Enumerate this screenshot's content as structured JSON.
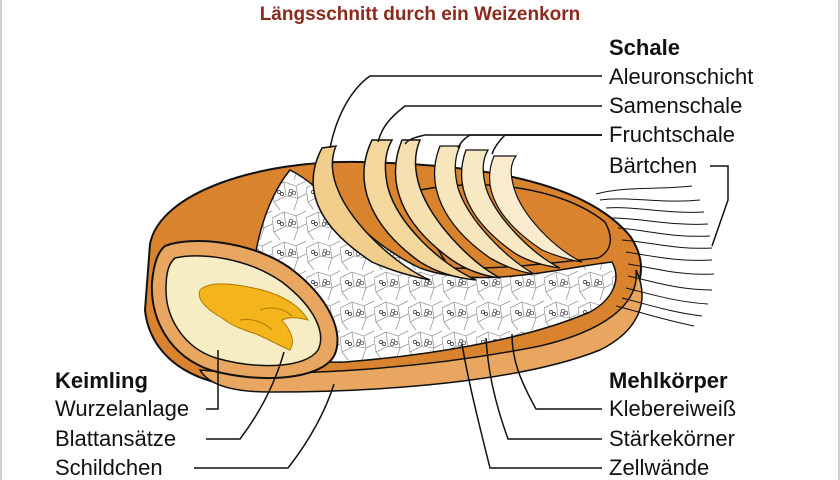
{
  "title": "Längsschnitt durch ein Weizenkorn",
  "groups": {
    "schale": {
      "heading": "Schale",
      "items": [
        "Aleuronschicht",
        "Samenschale",
        "Fruchtschale",
        "Bärtchen"
      ]
    },
    "keimling": {
      "heading": "Keimling",
      "items": [
        "Wurzelanlage",
        "Blattansätze",
        "Schildchen"
      ]
    },
    "mehlkoerper": {
      "heading": "Mehlkörper",
      "items": [
        "Klebereiweiß",
        "Stärkekörner",
        "Zellwände"
      ]
    }
  },
  "colors": {
    "title": "#8b2a1c",
    "husk": "#d9832f",
    "husk_light": "#e9a660",
    "layers": "#f1ce8c",
    "germ": "#f6edc4",
    "germ_core": "#f4b51c",
    "endosperm": "#ffffff",
    "lines": "#111111"
  }
}
